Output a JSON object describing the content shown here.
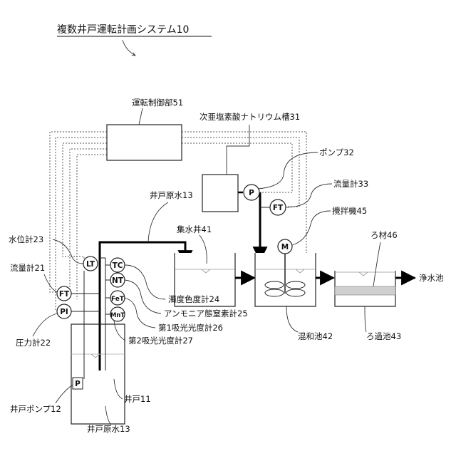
{
  "title": "複数井戸運転計画システム10",
  "labels": {
    "control": "運転制御部51",
    "hypochlorite_tank": "次亜塩素酸ナトリウム槽31",
    "pump32": "ポンプ32",
    "flowmeter33": "流量計33",
    "raw_water_top": "井戸原水13",
    "stirrer": "攪拌機45",
    "collection_well": "集水井41",
    "filter_media": "ろ材46",
    "water_level": "水位計23",
    "flowmeter21": "流量計21",
    "clean_water": "浄水池",
    "pressure": "圧力計22",
    "turbidity": "濁度色度計24",
    "ammonia": "アンモニア態窒素計25",
    "abs1": "第1吸光光度計26",
    "abs2": "第2吸光光度計27",
    "mixing": "混和池42",
    "filter_pond": "ろ過池43",
    "well": "井戸11",
    "well_pump": "井戸ポンプ12",
    "raw_water_bottom": "井戸原水13"
  },
  "instruments": {
    "P": "P",
    "FT": "FT",
    "M": "M",
    "LT": "LT",
    "TC": "TC",
    "NT": "NT",
    "FeT": "FeT",
    "MnT": "MnT",
    "PI": "PI"
  }
}
